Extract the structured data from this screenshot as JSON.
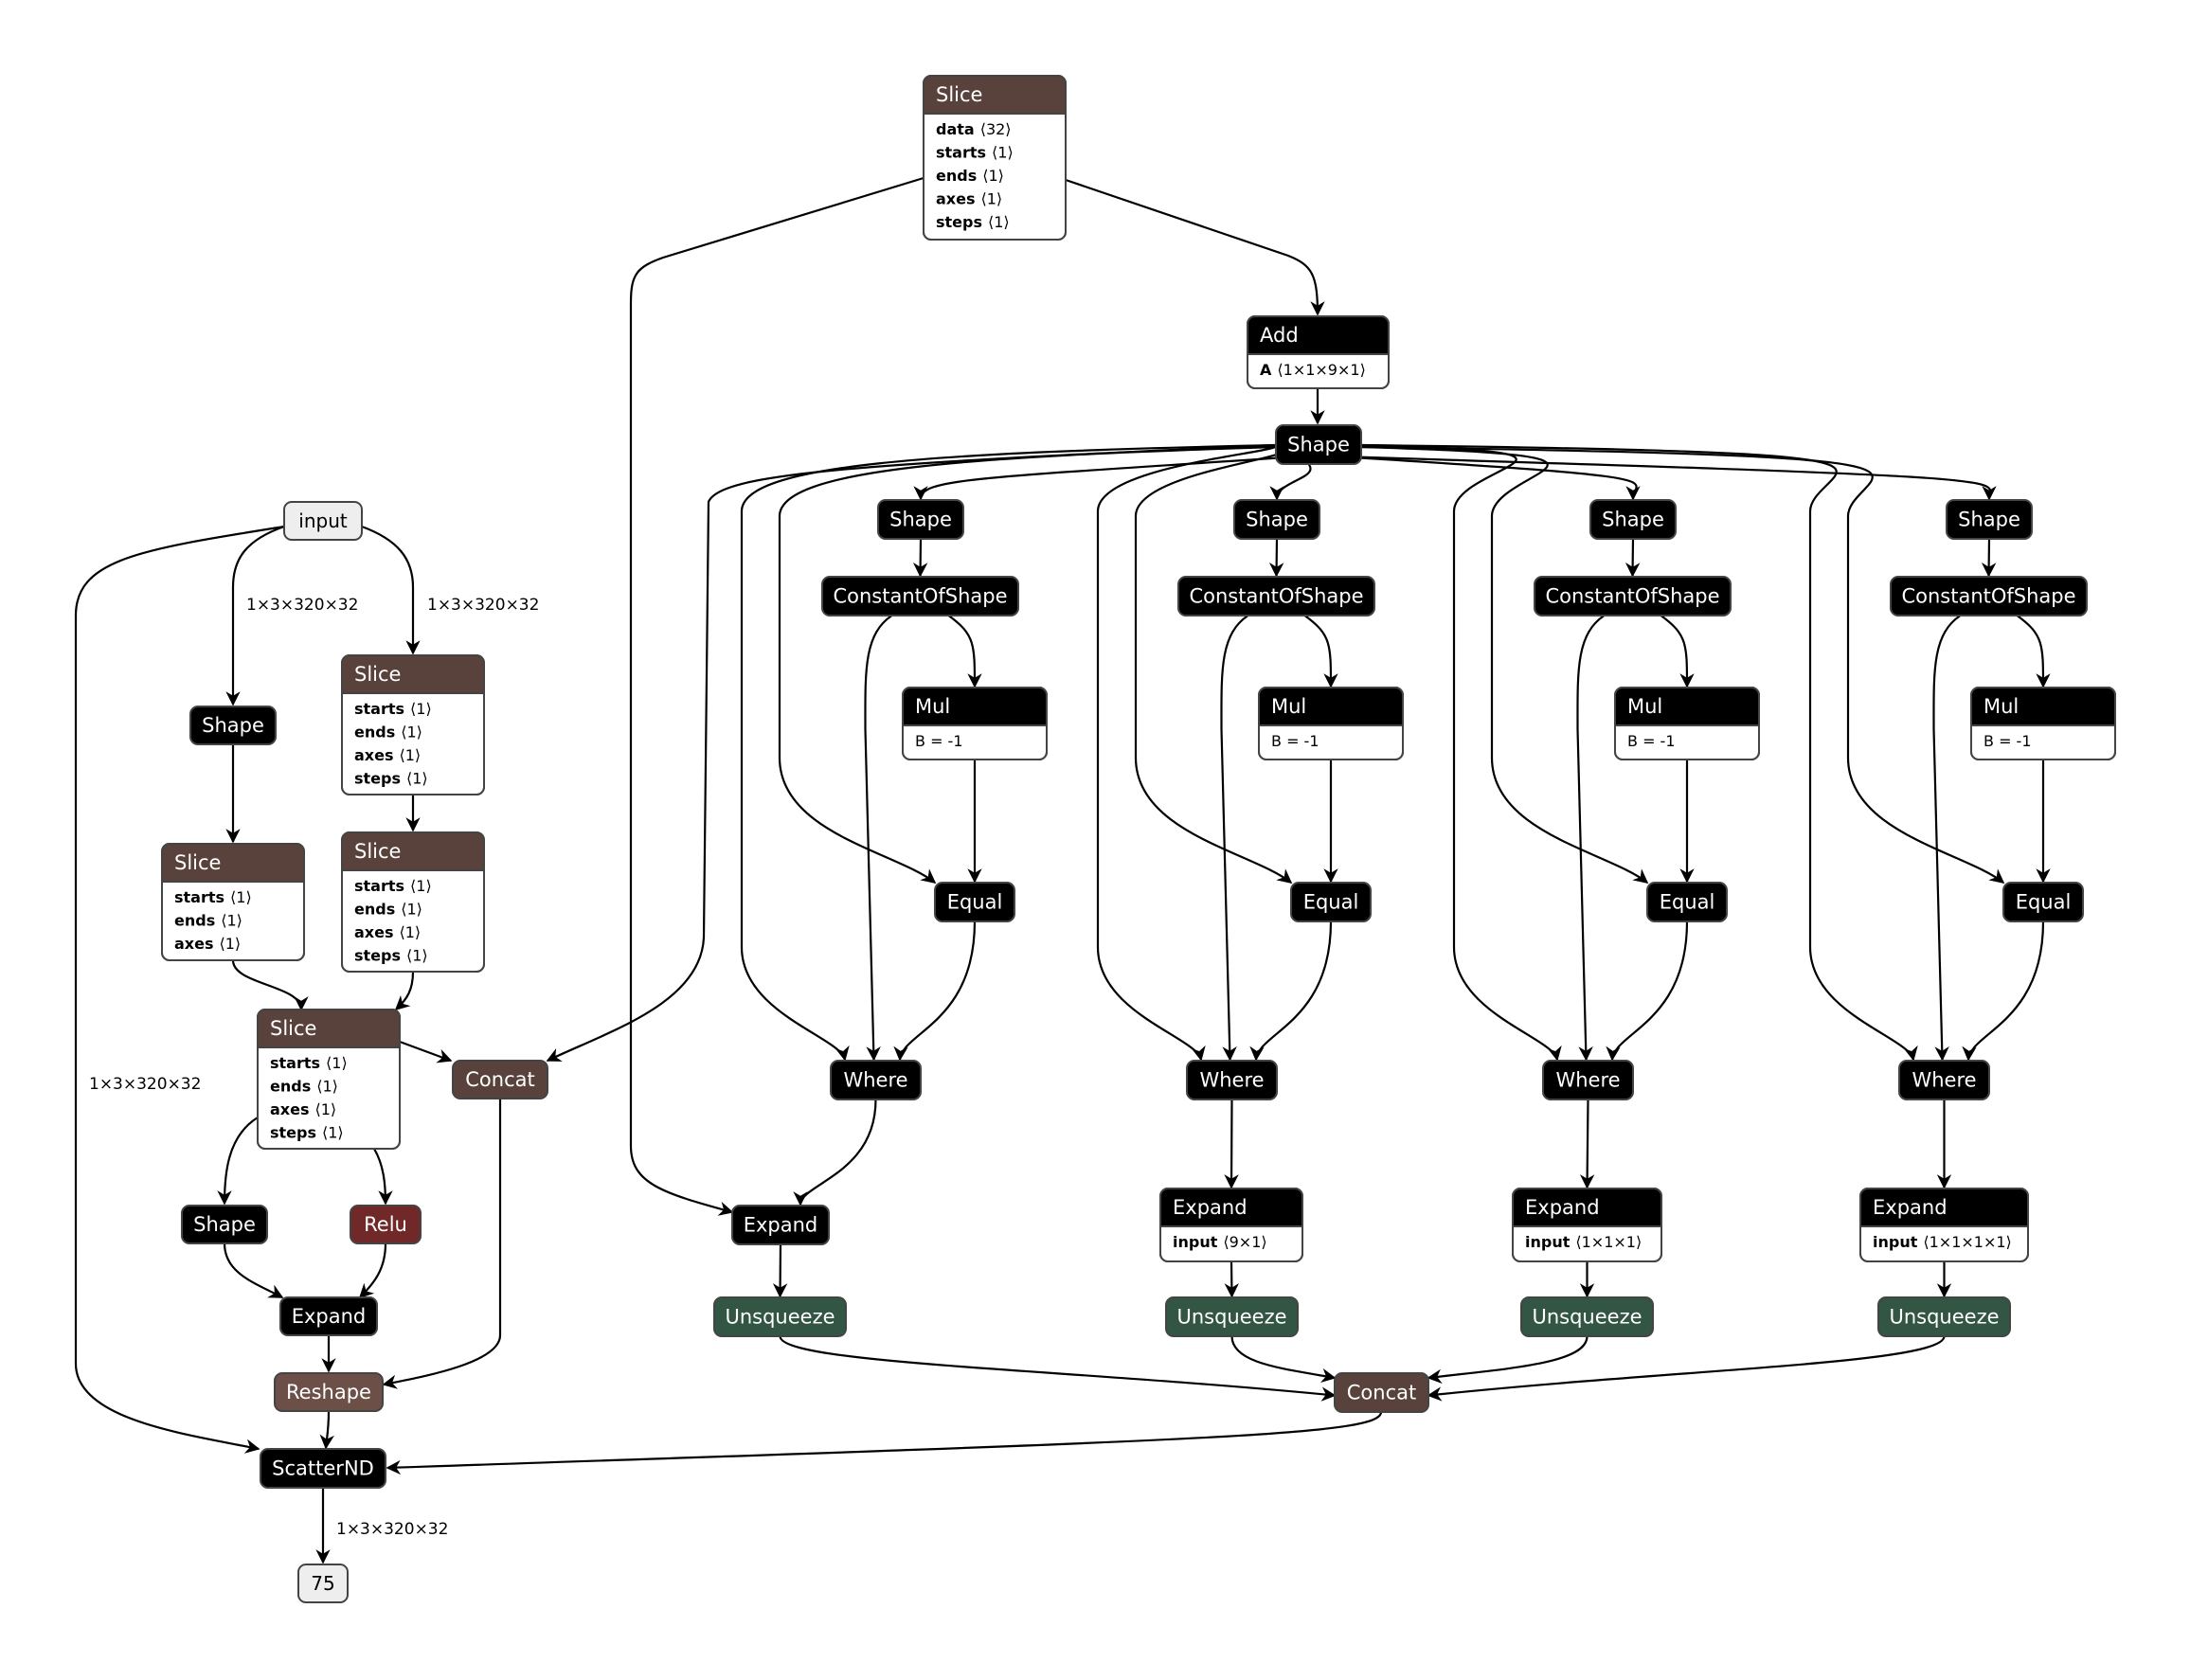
{
  "colors": {
    "operator": "#000000",
    "tensor": "#59423B",
    "shape": "#6C4F47",
    "activation": "#702828",
    "transform": "#335544",
    "io_fill": "#EEEEEE",
    "edge": "#000000"
  },
  "nodes": [
    {
      "id": "slice_top",
      "title": "Slice",
      "category": "tensor",
      "attributes": [
        {
          "key": "data",
          "value": "⟨32⟩"
        },
        {
          "key": "starts",
          "value": "⟨1⟩"
        },
        {
          "key": "ends",
          "value": "⟨1⟩"
        },
        {
          "key": "axes",
          "value": "⟨1⟩"
        },
        {
          "key": "steps",
          "value": "⟨1⟩"
        }
      ]
    },
    {
      "id": "add",
      "title": "Add",
      "category": "operator",
      "attributes": [
        {
          "key": "A",
          "value": "⟨1×1×9×1⟩"
        }
      ]
    },
    {
      "id": "shape_main",
      "title": "Shape",
      "category": "operator",
      "attributes": []
    },
    {
      "id": "input",
      "title": "input",
      "category": "io",
      "attributes": []
    },
    {
      "id": "shape_l",
      "title": "Shape",
      "category": "operator",
      "attributes": []
    },
    {
      "id": "slice_r1",
      "title": "Slice",
      "category": "tensor",
      "attributes": [
        {
          "key": "starts",
          "value": "⟨1⟩"
        },
        {
          "key": "ends",
          "value": "⟨1⟩"
        },
        {
          "key": "axes",
          "value": "⟨1⟩"
        },
        {
          "key": "steps",
          "value": "⟨1⟩"
        }
      ]
    },
    {
      "id": "slice_l",
      "title": "Slice",
      "category": "tensor",
      "attributes": [
        {
          "key": "starts",
          "value": "⟨1⟩"
        },
        {
          "key": "ends",
          "value": "⟨1⟩"
        },
        {
          "key": "axes",
          "value": "⟨1⟩"
        }
      ]
    },
    {
      "id": "slice_r2",
      "title": "Slice",
      "category": "tensor",
      "attributes": [
        {
          "key": "starts",
          "value": "⟨1⟩"
        },
        {
          "key": "ends",
          "value": "⟨1⟩"
        },
        {
          "key": "axes",
          "value": "⟨1⟩"
        },
        {
          "key": "steps",
          "value": "⟨1⟩"
        }
      ]
    },
    {
      "id": "slice_c",
      "title": "Slice",
      "category": "tensor",
      "attributes": [
        {
          "key": "starts",
          "value": "⟨1⟩"
        },
        {
          "key": "ends",
          "value": "⟨1⟩"
        },
        {
          "key": "axes",
          "value": "⟨1⟩"
        },
        {
          "key": "steps",
          "value": "⟨1⟩"
        }
      ]
    },
    {
      "id": "concat_l",
      "title": "Concat",
      "category": "tensor",
      "attributes": []
    },
    {
      "id": "shape_b",
      "title": "Shape",
      "category": "operator",
      "attributes": []
    },
    {
      "id": "relu",
      "title": "Relu",
      "category": "activation",
      "attributes": []
    },
    {
      "id": "expand_l",
      "title": "Expand",
      "category": "operator",
      "attributes": []
    },
    {
      "id": "reshape",
      "title": "Reshape",
      "category": "shape",
      "attributes": []
    },
    {
      "id": "scatternd",
      "title": "ScatterND",
      "category": "operator",
      "attributes": []
    },
    {
      "id": "output_75",
      "title": "75",
      "category": "io",
      "attributes": []
    },
    {
      "id": "shape_c1",
      "title": "Shape",
      "category": "operator",
      "attributes": []
    },
    {
      "id": "cos_c1",
      "title": "ConstantOfShape",
      "category": "operator",
      "attributes": []
    },
    {
      "id": "mul_c1",
      "title": "Mul",
      "category": "operator",
      "attributes": [
        {
          "key": "",
          "value": "B = -1"
        }
      ]
    },
    {
      "id": "equal_c1",
      "title": "Equal",
      "category": "operator",
      "attributes": []
    },
    {
      "id": "where_c1",
      "title": "Where",
      "category": "operator",
      "attributes": []
    },
    {
      "id": "expand_c1",
      "title": "Expand",
      "category": "operator",
      "attributes": []
    },
    {
      "id": "unsq_c1",
      "title": "Unsqueeze",
      "category": "transform",
      "attributes": []
    },
    {
      "id": "shape_c2",
      "title": "Shape",
      "category": "operator",
      "attributes": []
    },
    {
      "id": "cos_c2",
      "title": "ConstantOfShape",
      "category": "operator",
      "attributes": []
    },
    {
      "id": "mul_c2",
      "title": "Mul",
      "category": "operator",
      "attributes": [
        {
          "key": "",
          "value": "B = -1"
        }
      ]
    },
    {
      "id": "equal_c2",
      "title": "Equal",
      "category": "operator",
      "attributes": []
    },
    {
      "id": "where_c2",
      "title": "Where",
      "category": "operator",
      "attributes": []
    },
    {
      "id": "expand_c2",
      "title": "Expand",
      "category": "operator",
      "attributes": [
        {
          "key": "input",
          "value": "⟨9×1⟩"
        }
      ]
    },
    {
      "id": "unsq_c2",
      "title": "Unsqueeze",
      "category": "transform",
      "attributes": []
    },
    {
      "id": "shape_c3",
      "title": "Shape",
      "category": "operator",
      "attributes": []
    },
    {
      "id": "cos_c3",
      "title": "ConstantOfShape",
      "category": "operator",
      "attributes": []
    },
    {
      "id": "mul_c3",
      "title": "Mul",
      "category": "operator",
      "attributes": [
        {
          "key": "",
          "value": "B = -1"
        }
      ]
    },
    {
      "id": "equal_c3",
      "title": "Equal",
      "category": "operator",
      "attributes": []
    },
    {
      "id": "where_c3",
      "title": "Where",
      "category": "operator",
      "attributes": []
    },
    {
      "id": "expand_c3",
      "title": "Expand",
      "category": "operator",
      "attributes": [
        {
          "key": "input",
          "value": "⟨1×1×1⟩"
        }
      ]
    },
    {
      "id": "unsq_c3",
      "title": "Unsqueeze",
      "category": "transform",
      "attributes": []
    },
    {
      "id": "shape_c4",
      "title": "Shape",
      "category": "operator",
      "attributes": []
    },
    {
      "id": "cos_c4",
      "title": "ConstantOfShape",
      "category": "operator",
      "attributes": []
    },
    {
      "id": "mul_c4",
      "title": "Mul",
      "category": "operator",
      "attributes": [
        {
          "key": "",
          "value": "B = -1"
        }
      ]
    },
    {
      "id": "equal_c4",
      "title": "Equal",
      "category": "operator",
      "attributes": []
    },
    {
      "id": "where_c4",
      "title": "Where",
      "category": "operator",
      "attributes": []
    },
    {
      "id": "expand_c4",
      "title": "Expand",
      "category": "operator",
      "attributes": [
        {
          "key": "input",
          "value": "⟨1×1×1×1⟩"
        }
      ]
    },
    {
      "id": "unsq_c4",
      "title": "Unsqueeze",
      "category": "transform",
      "attributes": []
    },
    {
      "id": "concat_r",
      "title": "Concat",
      "category": "tensor",
      "attributes": []
    }
  ],
  "edges": [
    {
      "from": "slice_top",
      "to": "add",
      "label": ""
    },
    {
      "from": "slice_top",
      "to": "expand_c1",
      "label": ""
    },
    {
      "from": "add",
      "to": "shape_main",
      "label": ""
    },
    {
      "from": "shape_main",
      "to": "concat_l",
      "label": ""
    },
    {
      "from": "input",
      "to": "shape_l",
      "label": "1×3×320×32"
    },
    {
      "from": "input",
      "to": "slice_r1",
      "label": "1×3×320×32"
    },
    {
      "from": "input",
      "to": "scatternd",
      "label": "1×3×320×32"
    },
    {
      "from": "shape_l",
      "to": "slice_l",
      "label": ""
    },
    {
      "from": "slice_r1",
      "to": "slice_r2",
      "label": ""
    },
    {
      "from": "slice_l",
      "to": "slice_c",
      "label": ""
    },
    {
      "from": "slice_r2",
      "to": "slice_c",
      "label": ""
    },
    {
      "from": "slice_c",
      "to": "concat_l",
      "label": ""
    },
    {
      "from": "slice_c",
      "to": "shape_b",
      "label": ""
    },
    {
      "from": "slice_c",
      "to": "relu",
      "label": ""
    },
    {
      "from": "shape_b",
      "to": "expand_l",
      "label": ""
    },
    {
      "from": "relu",
      "to": "expand_l",
      "label": ""
    },
    {
      "from": "expand_l",
      "to": "reshape",
      "label": ""
    },
    {
      "from": "concat_l",
      "to": "reshape",
      "label": ""
    },
    {
      "from": "reshape",
      "to": "scatternd",
      "label": ""
    },
    {
      "from": "concat_r",
      "to": "scatternd",
      "label": ""
    },
    {
      "from": "scatternd",
      "to": "output_75",
      "label": "1×3×320×32"
    }
  ],
  "edge_labels": {
    "input_to_shape": "1×3×320×32",
    "input_to_slice": "1×3×320×32",
    "input_to_scatternd": "1×3×320×32",
    "scatternd_to_output": "1×3×320×32"
  }
}
